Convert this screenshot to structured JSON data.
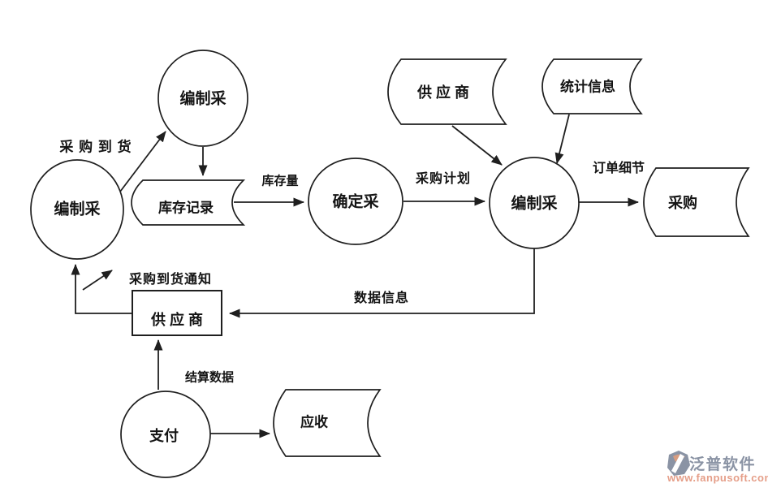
{
  "diagram": {
    "nodes": {
      "compile_top": "编制采",
      "compile_left": "编制采",
      "inventory_record": "库存记录",
      "confirm": "确定采",
      "compile_order": "编制采",
      "supplier_store": "供 应 商",
      "stats_info": "统计信息",
      "purchase_store": "采购",
      "supplier_entity": "供 应 商",
      "payment": "支付",
      "receivable_store": "应收"
    },
    "edges": {
      "purchase_arrival": "采 购 到 货",
      "inventory_qty": "库存量",
      "purchase_plan": "采购计划",
      "order_detail": "订单细节",
      "data_info": "数据信息",
      "arrival_notice": "采购到货通知",
      "settlement_data": "结算数据"
    }
  },
  "watermark": {
    "brand": "泛普软件",
    "url": "www.fanpusoft.com"
  },
  "colors": {
    "line": "#1f1f1f",
    "brand_gray": "#8a93a4",
    "brand_salmon": "#e59e88"
  }
}
